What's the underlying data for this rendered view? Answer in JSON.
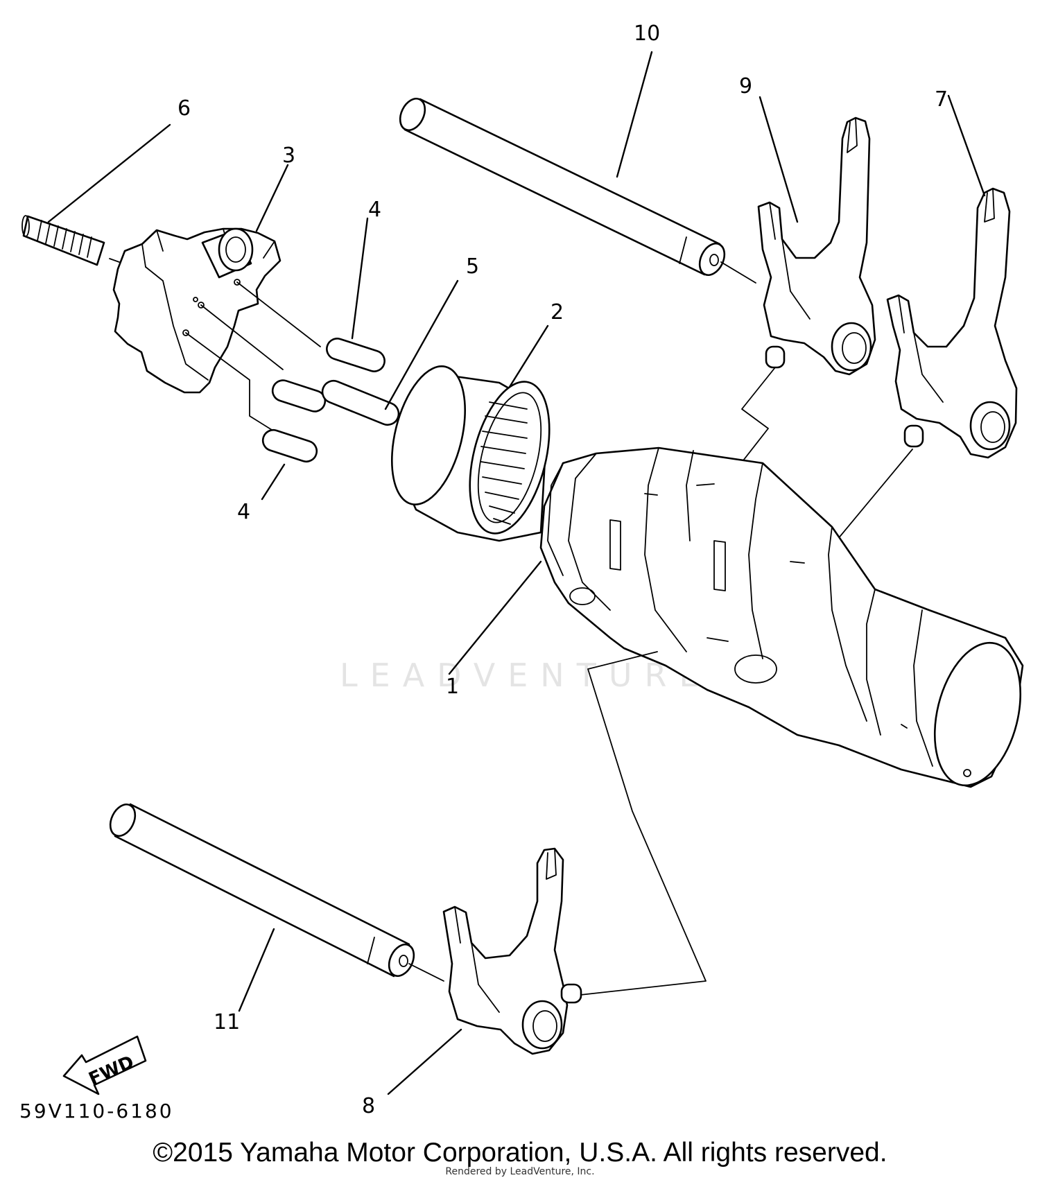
{
  "diagram": {
    "callouts": {
      "c1": "1",
      "c2": "2",
      "c3": "3",
      "c4a": "4",
      "c4b": "4",
      "c5": "5",
      "c6": "6",
      "c7": "7",
      "c8": "8",
      "c9": "9",
      "c10": "10",
      "c11": "11"
    },
    "fwd_label": "FWD",
    "part_code": "59V110-6180",
    "watermark": "LEADVENTURE"
  },
  "footer": {
    "copyright": "©2015 Yamaha Motor Corporation, U.S.A. All rights reserved.",
    "rendered_by": "Rendered by LeadVenture, Inc."
  }
}
